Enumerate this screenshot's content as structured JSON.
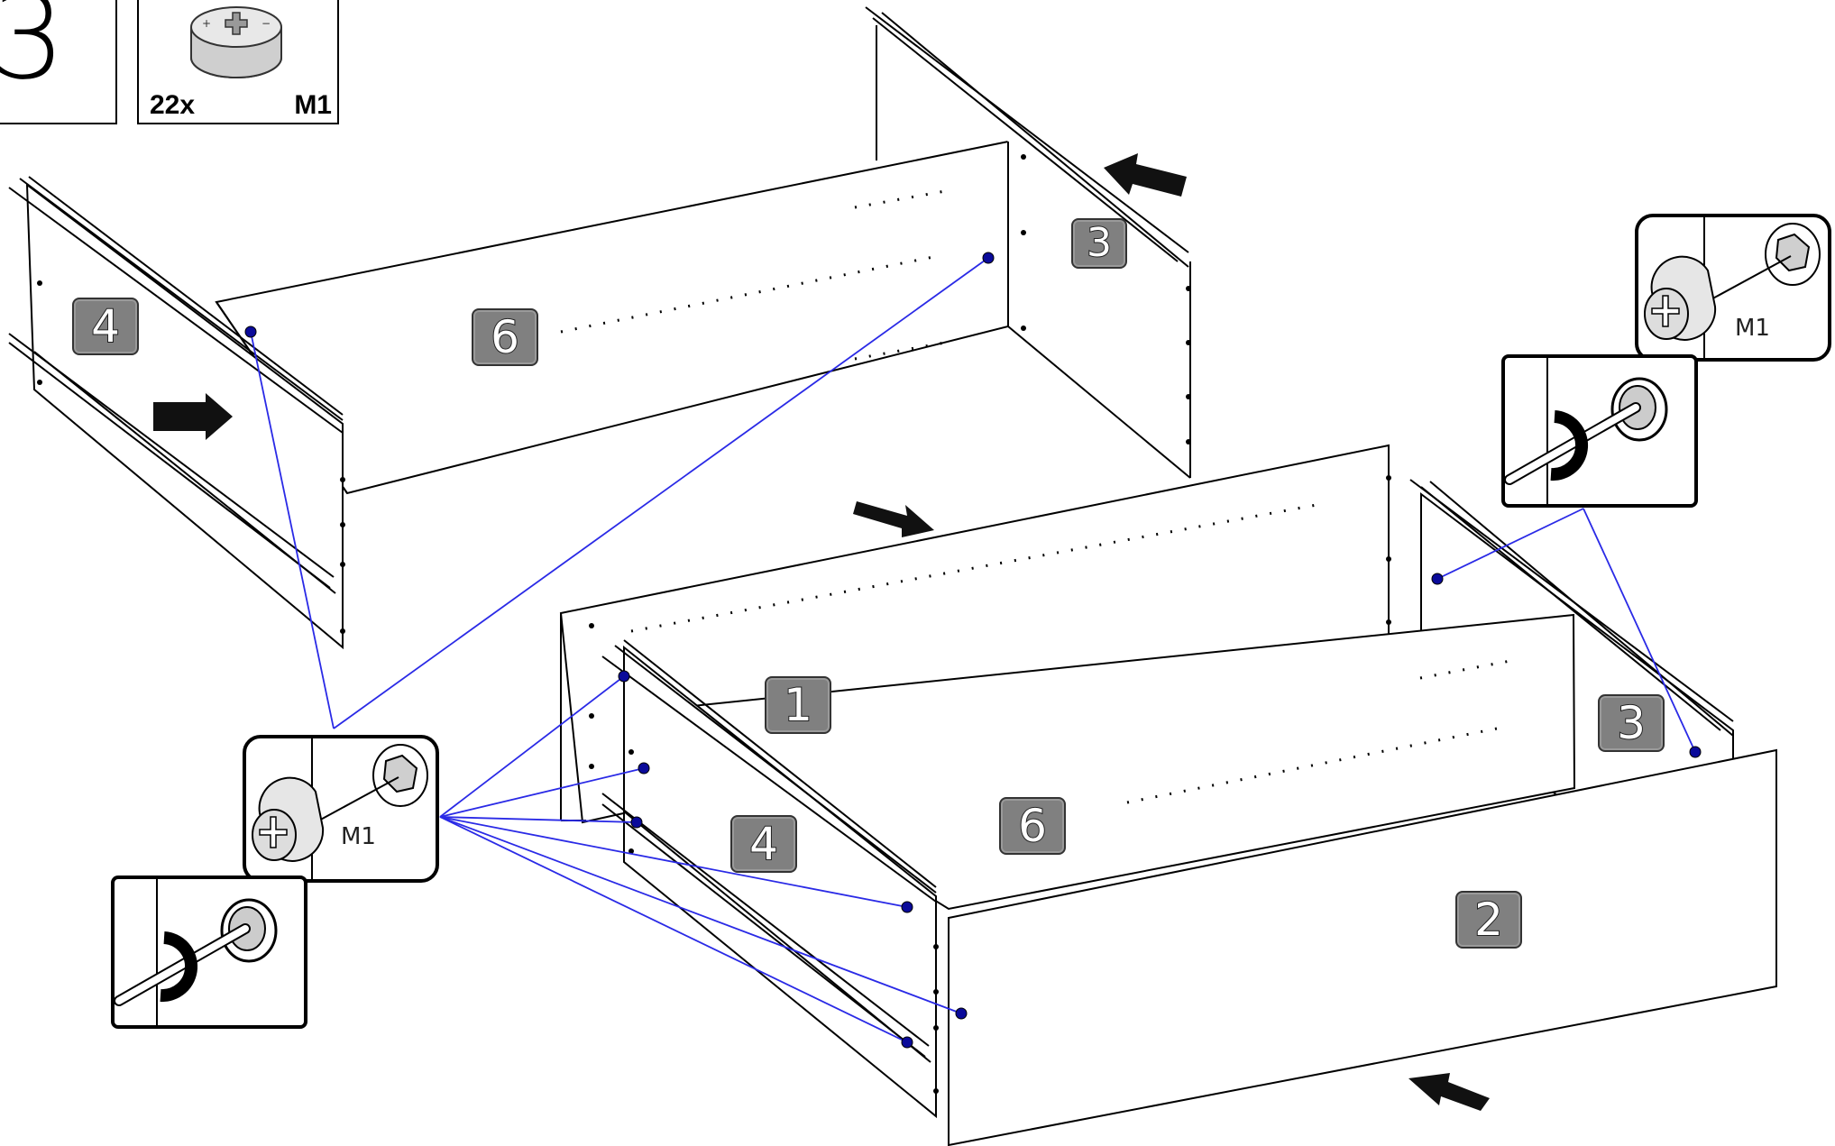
{
  "step": {
    "number": "3"
  },
  "hardware": {
    "quantity": "22x",
    "code": "M1",
    "icon": "cam-lock-icon"
  },
  "parts": [
    {
      "id": "part-4-upper",
      "label": "4"
    },
    {
      "id": "part-6-upper",
      "label": "6"
    },
    {
      "id": "part-3-upper",
      "label": "3"
    },
    {
      "id": "part-1",
      "label": "1"
    },
    {
      "id": "part-4-lower",
      "label": "4"
    },
    {
      "id": "part-6-lower",
      "label": "6"
    },
    {
      "id": "part-3-lower",
      "label": "3"
    },
    {
      "id": "part-2",
      "label": "2"
    }
  ],
  "details": {
    "left_cam_label": "M1",
    "right_cam_label": "M1",
    "cam_icon": "cam-lock-icon",
    "screwdriver_icon": "screwdriver-icon"
  },
  "colors": {
    "leader_line": "#2a2ae6",
    "tag_fill": "#808080",
    "line": "#000000"
  }
}
